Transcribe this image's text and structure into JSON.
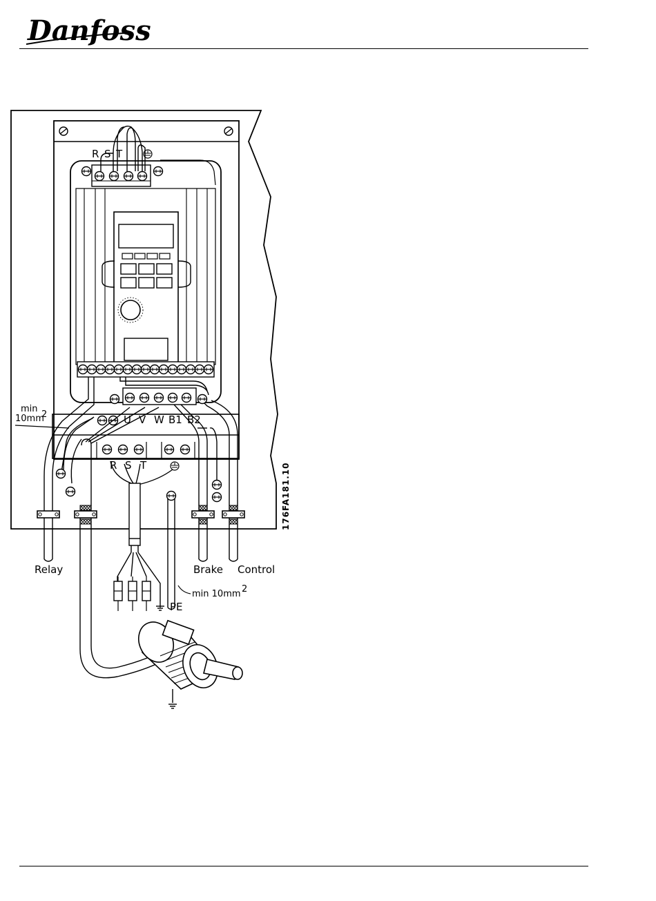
{
  "header": {
    "logo_text": "Danfoss"
  },
  "diagram": {
    "mains_terminals": [
      "R",
      "S",
      "T"
    ],
    "motor_terminals": [
      "U",
      "V",
      "W",
      "B1",
      "B2"
    ],
    "supply_terminals": [
      "R",
      "S",
      "T"
    ],
    "labels": {
      "min_top_line1": "min",
      "min_top_line2": "10mm",
      "min_top_sup": "2",
      "relay": "Relay",
      "brake": "Brake",
      "control": "Control",
      "min_bottom": "min  10mm",
      "min_bottom_sup": "2",
      "pe": "PE",
      "drawing_code": "176FA181.10"
    }
  },
  "colors": {
    "ink": "#000000",
    "background": "#ffffff"
  }
}
